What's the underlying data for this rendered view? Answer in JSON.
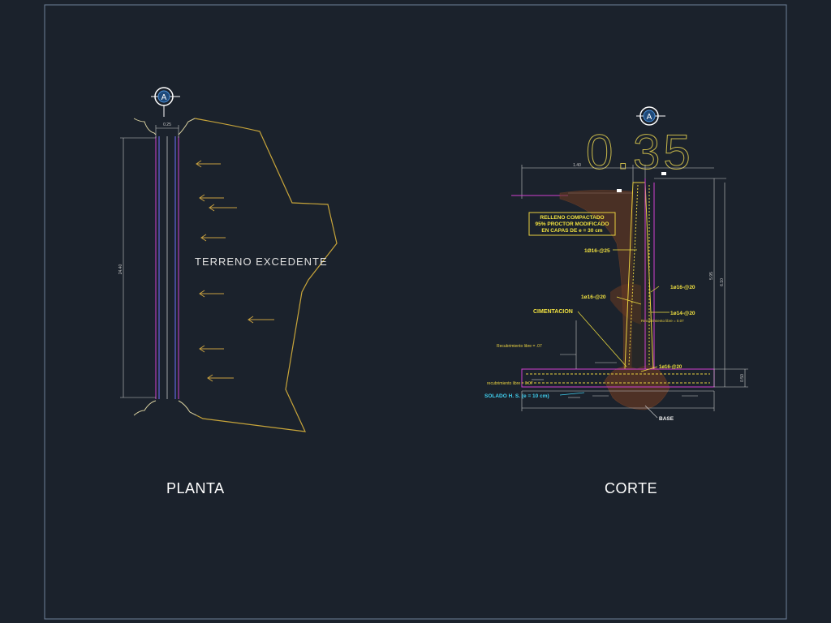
{
  "views": {
    "plan_title": "PLANTA",
    "section_title": "CORTE"
  },
  "plan": {
    "marker": "A",
    "label": "TERRENO EXCEDENTE",
    "dim_top": "0.25",
    "dim_side": "24.40"
  },
  "section": {
    "marker": "A",
    "big_text": "0.35",
    "fill_note_1": "RELLENO COMPACTADO",
    "fill_note_2": "95% PROCTOR MODIFICADO",
    "fill_note_3": "EN CAPAS DE e = 30 cm",
    "rebar_1": "1Ø16-@25",
    "rebar_2": "1ø16-@20",
    "rebar_3": "1ø16-@20",
    "rebar_4": "1ø14-@20",
    "rebar_5": "1ø16-@20",
    "cimentacion": "CIMENTACION",
    "recub_1": "Recubrimiento libre = .07",
    "recub_2": "recubrimiento libre = 0.07",
    "recub_3": "Recubrimiento libre = 0.07",
    "solado": "SOLADO H. S. (e = 10 cm)",
    "base": "BASE",
    "dim_1": "1.40",
    "dim_2": "5.95",
    "dim_3": "6.10",
    "dim_4": "0.50"
  },
  "colors": {
    "background": "#1b222c",
    "frame": "#7d8fa8",
    "plan_outline": "#c8a53a",
    "arrows": "#c8a040",
    "wall": "#d040d0",
    "dimension": "#c8c8c8",
    "annotation": "#f0e040",
    "soil": "#8a4a28",
    "cyan_note": "#40d0f0"
  }
}
